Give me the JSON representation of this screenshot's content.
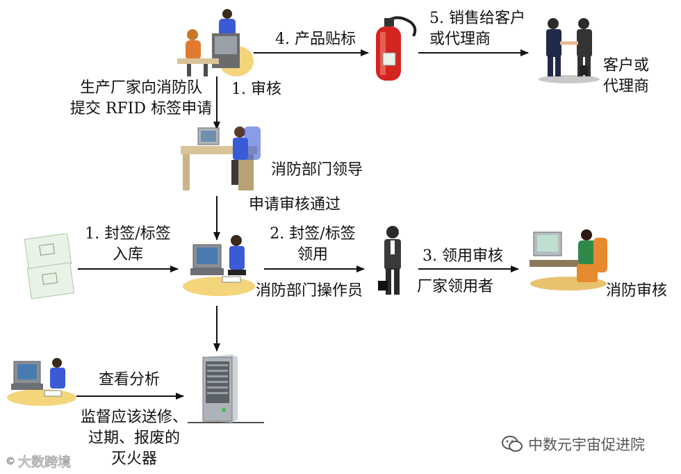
{
  "labels": {
    "manufacturer_request": "生产厂家向消防队\n提交 RFID 标签申请",
    "step1_review": "1. 审核",
    "step4_label": "4. 产品贴标",
    "step5_sell": "5. 销售给客户\n或代理商",
    "customer": "客户或\n代理商",
    "fire_leader": "消防部门领导",
    "approved": "申请审核通过",
    "seal_storage": "1. 封签/标签\n入库",
    "seal_collect": "2. 封签/标签\n领用",
    "operator": "消防部门操作员",
    "step3_review": "3. 领用审核",
    "factory_user": "厂家领用者",
    "fire_review": "消防审核",
    "view_analyze": "查看分析",
    "monitor": "监督应该送修、\n过期、报废的\n灭火器"
  },
  "watermarks": {
    "right": "中数元宇宙促进院",
    "left": "大数跨境"
  },
  "colors": {
    "arrow": "#111111",
    "shirt_blue": "#3b5bd6",
    "desk_tan": "#d9c49a",
    "extinguisher_red": "#d3241f",
    "wm_gray": "#555555"
  }
}
